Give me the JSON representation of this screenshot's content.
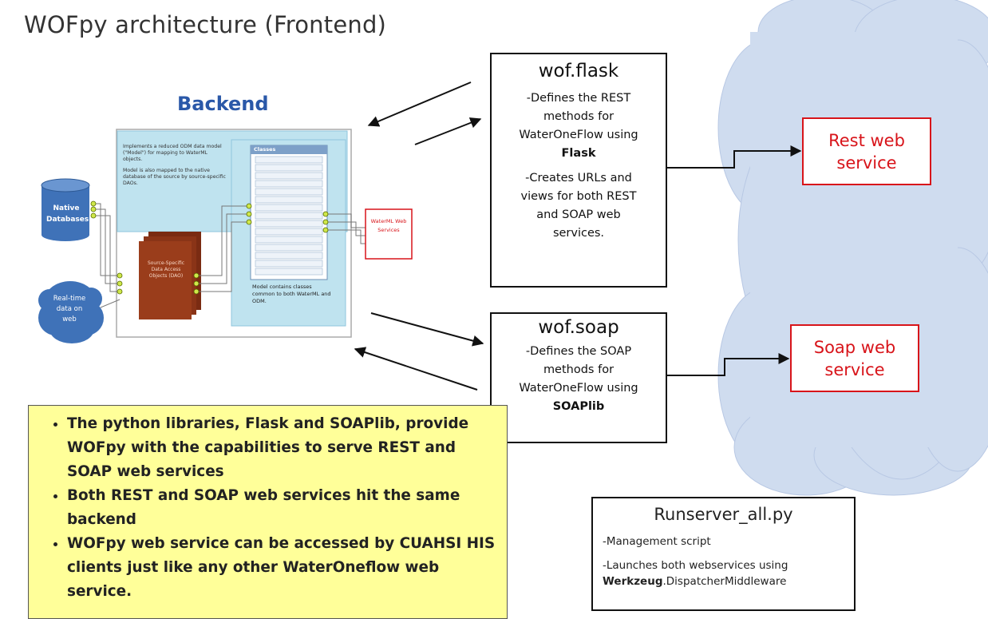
{
  "title": "WOFpy architecture (Frontend)",
  "backend": {
    "label": "Backend",
    "native_databases": "Native Databases",
    "realtime": "Real-time data on web",
    "model_notes": [
      "Implements a reduced ODM data model (\"Model\") for mapping to WaterML objects.",
      "Model is also mapped to the native database of the source by source-specific DAOs."
    ],
    "classes_header": "Classes",
    "dao_label": "Source-Specific Data Access Objects (DAO)",
    "model_caption": "Model contains classes common to both WaterML and ODM.",
    "waterml_label": "WaterML Web Services"
  },
  "flask": {
    "title": "wof.flask",
    "lines": [
      "-Defines the REST",
      "methods for",
      "WaterOneFlow using"
    ],
    "bold": "Flask",
    "lines2": [
      "-Creates URLs and",
      "views for both REST",
      "and SOAP web",
      "services."
    ]
  },
  "soap": {
    "title": "wof.soap",
    "lines": [
      "-Defines the SOAP",
      "methods for",
      "WaterOneFlow using"
    ],
    "bold": "SOAPlib"
  },
  "rest_service": {
    "line1": "Rest web",
    "line2": "service"
  },
  "soap_service": {
    "line1": "Soap web",
    "line2": "service"
  },
  "notes": [
    "The python libraries, Flask and SOAPlib, provide WOFpy with the capabilities to serve REST and SOAP web services",
    "Both REST and SOAP web services hit the same backend",
    "WOFpy web service can be accessed by CUAHSI HIS clients just like any other WaterOneflow web service."
  ],
  "runserver": {
    "title": "Runserver_all.py",
    "line1": "-Management script",
    "line2": "-Launches both webservices using",
    "line3_bold": "Werkzeug",
    "line3_rest": ".DispatcherMiddleware"
  },
  "colors": {
    "accent_red": "#d8141a",
    "backend_blue": "#2a58a8",
    "note_yellow": "#ffff99",
    "cloud": "#cfdcef"
  }
}
